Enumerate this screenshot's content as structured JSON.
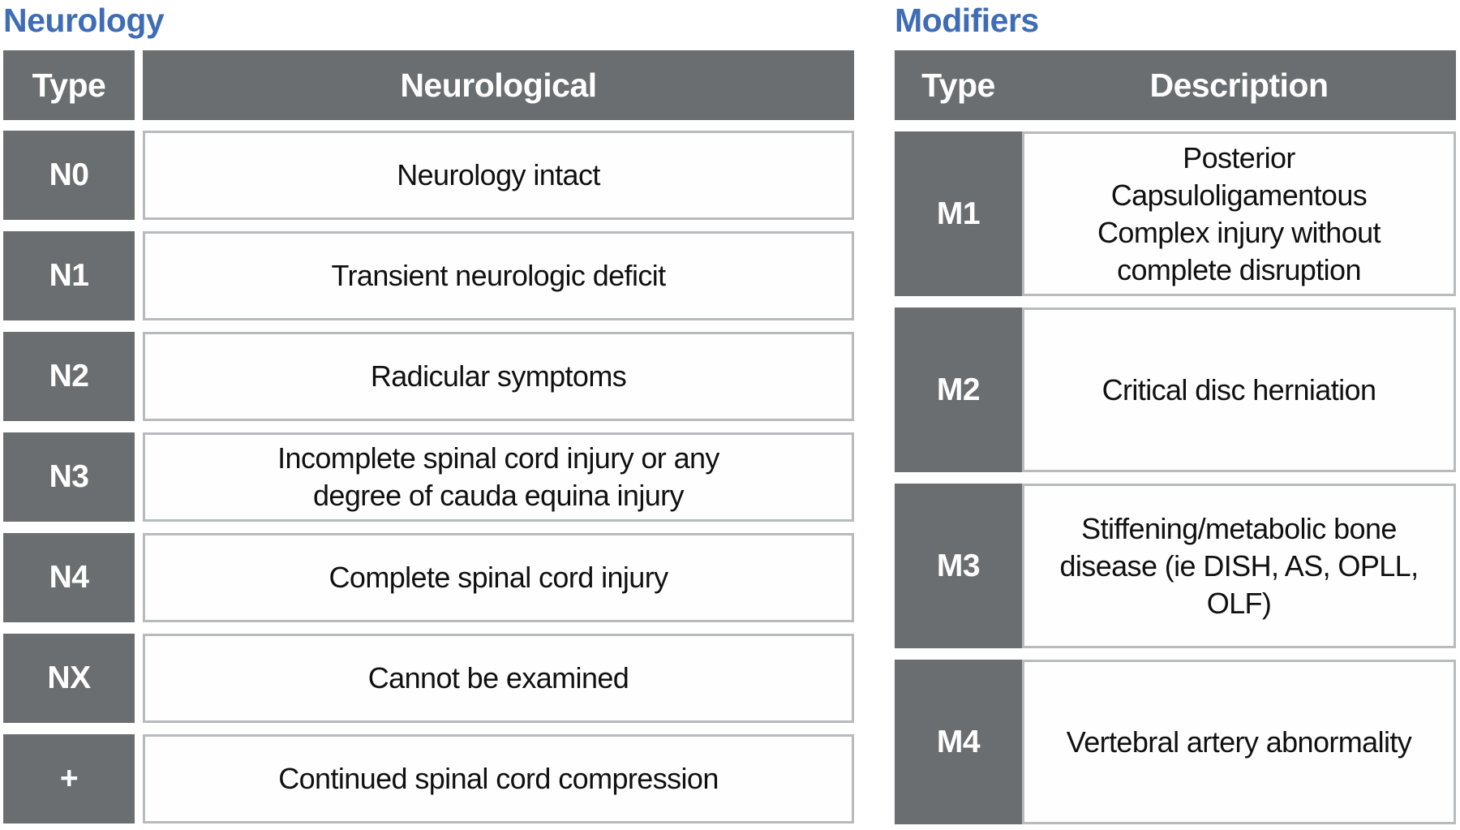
{
  "colors": {
    "title_blue": "#3e6cb5",
    "header_gray": "#6b6e70",
    "border_gray": "#b7bbbd",
    "text_black": "#101010",
    "header_text": "#ffffff",
    "page_bg": "#ffffff"
  },
  "neurology_table": {
    "title": "Neurology",
    "columns": [
      "Type",
      "Neurological"
    ],
    "rows": [
      {
        "type": "N0",
        "description": "Neurology intact"
      },
      {
        "type": "N1",
        "description": "Transient neurologic deficit"
      },
      {
        "type": "N2",
        "description": "Radicular symptoms"
      },
      {
        "type": "N3",
        "description": "Incomplete spinal cord injury or any\ndegree of cauda equina injury"
      },
      {
        "type": "N4",
        "description": "Complete spinal cord injury"
      },
      {
        "type": "NX",
        "description": "Cannot be examined"
      },
      {
        "type": "+",
        "description": "Continued spinal cord compression"
      }
    ]
  },
  "modifiers_table": {
    "title": "Modifiers",
    "columns": [
      "Type",
      "Description"
    ],
    "rows": [
      {
        "type": "M1",
        "description": "Posterior\nCapsuloligamentous\nComplex injury without\ncomplete disruption"
      },
      {
        "type": "M2",
        "description": "Critical disc herniation"
      },
      {
        "type": "M3",
        "description": "Stiffening/metabolic bone\ndisease (ie DISH, AS, OPLL,\nOLF)"
      },
      {
        "type": "M4",
        "description": "Vertebral artery abnormality"
      }
    ]
  }
}
